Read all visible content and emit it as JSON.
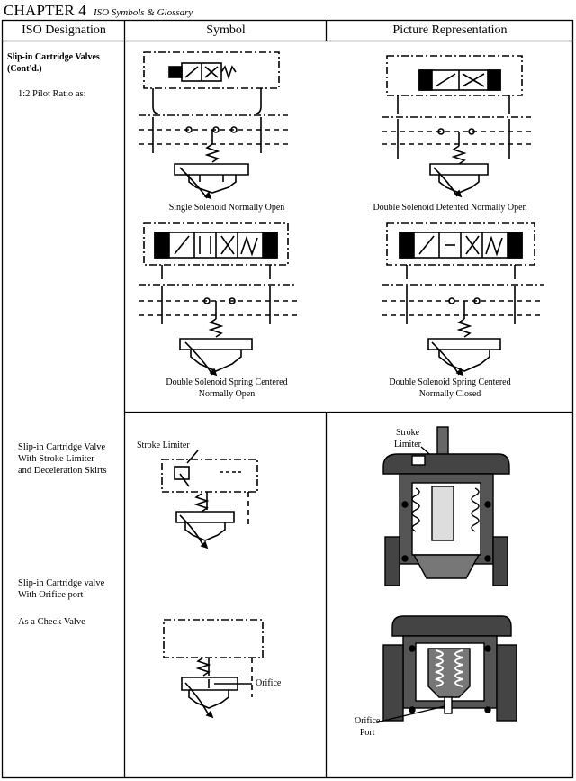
{
  "header": {
    "chapter": "CHAPTER 4",
    "subtitle": "ISO Symbols & Glossary"
  },
  "table": {
    "columns": [
      "ISO Designation",
      "Symbol",
      "Picture Representation"
    ],
    "section1": {
      "designation_title": "Slip-in Cartridge Valves (Cont'd.)",
      "designation_title_line1": "Slip-in Cartridge Valves",
      "designation_title_line2": "(Cont'd.)",
      "pilot_ratio": "1:2 Pilot Ratio as:",
      "captions": {
        "sym_top": "Single Solenoid Normally Open",
        "pic_top": "Double Solenoid Detented Normally Open",
        "sym_bottom_line1": "Double Solenoid Spring Centered",
        "sym_bottom_line2": "Normally Open",
        "pic_bottom_line1": "Double Solenoid Spring Centered",
        "pic_bottom_line2": "Normally Closed"
      }
    },
    "section2": {
      "stroke_limiter_desc": [
        "Slip-in Cartridge Valve",
        "With Stroke Limiter",
        "and Deceleration Skirts"
      ],
      "orifice_desc": [
        "Slip-in Cartridge valve",
        "With Orifice port"
      ],
      "check_valve": "As a Check Valve",
      "labels": {
        "stroke_limiter_symbol": "Stroke Limiter",
        "stroke_limiter_pic_line1": "Stroke",
        "stroke_limiter_pic_line2": "Limiter",
        "orifice": "Orifice",
        "orifice_port_line1": "Orifice",
        "orifice_port_line2": "Port"
      }
    }
  }
}
